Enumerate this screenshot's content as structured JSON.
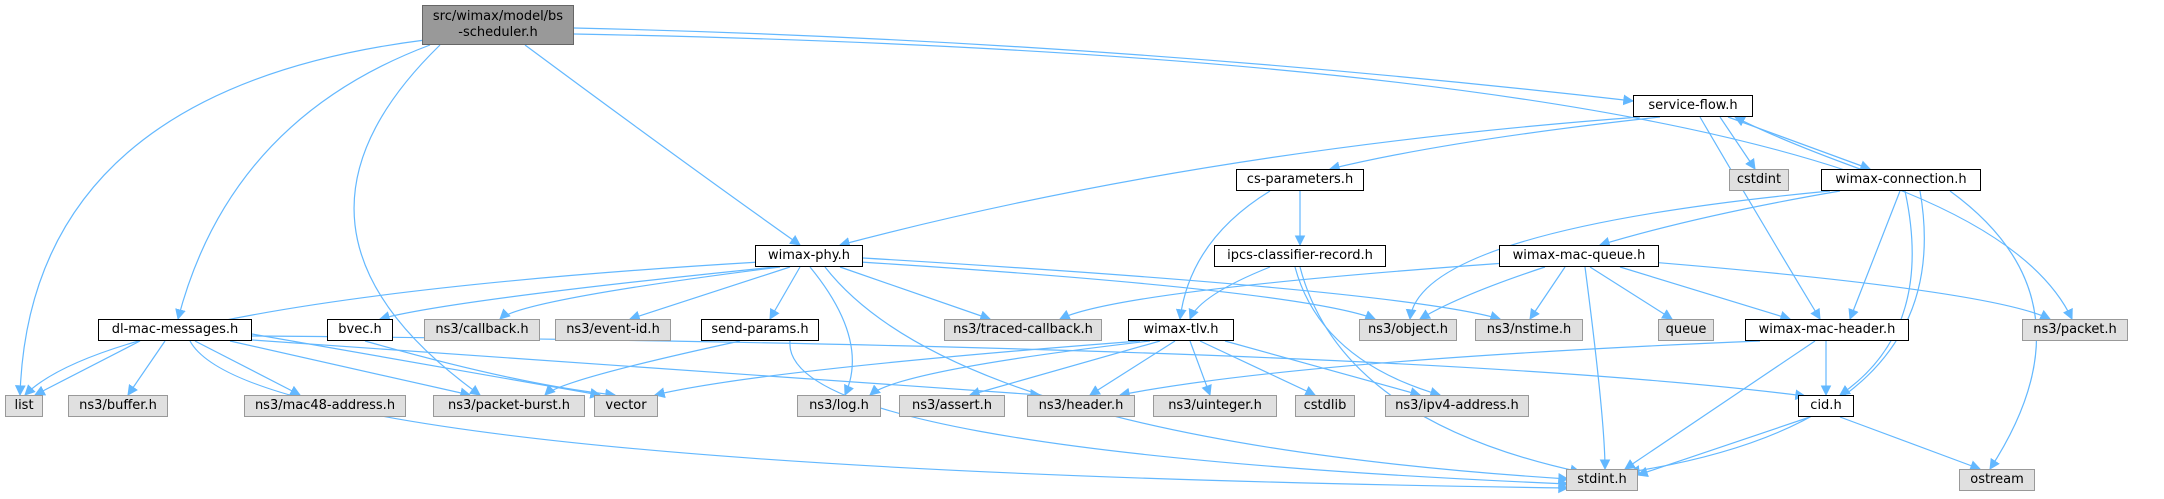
{
  "graph": {
    "root_line1": "src/wimax/model/bs",
    "root_line2": "-scheduler.h",
    "colors": {
      "edge": "#63b8ff",
      "local_fill": "#ffffff",
      "system_fill": "#e0e0e0",
      "root_fill": "#999999"
    },
    "nodes": {
      "service_flow": "service-flow.h",
      "cs_parameters": "cs-parameters.h",
      "cstdint": "cstdint",
      "wimax_connection": "wimax-connection.h",
      "wimax_phy": "wimax-phy.h",
      "ipcs_classifier_record": "ipcs-classifier-record.h",
      "wimax_mac_queue": "wimax-mac-queue.h",
      "dl_mac_messages": "dl-mac-messages.h",
      "bvec": "bvec.h",
      "ns3_callback": "ns3/callback.h",
      "ns3_event_id": "ns3/event-id.h",
      "send_params": "send-params.h",
      "ns3_traced_callback": "ns3/traced-callback.h",
      "wimax_tlv": "wimax-tlv.h",
      "ns3_object": "ns3/object.h",
      "ns3_nstime": "ns3/nstime.h",
      "queue": "queue",
      "wimax_mac_header": "wimax-mac-header.h",
      "ns3_packet": "ns3/packet.h",
      "list": "list",
      "ns3_buffer": "ns3/buffer.h",
      "ns3_mac48_address": "ns3/mac48-address.h",
      "ns3_packet_burst": "ns3/packet-burst.h",
      "vector": "vector",
      "ns3_log": "ns3/log.h",
      "ns3_assert": "ns3/assert.h",
      "ns3_header": "ns3/header.h",
      "ns3_uinteger": "ns3/uinteger.h",
      "cstdlib": "cstdlib",
      "ns3_ipv4_address": "ns3/ipv4-address.h",
      "cid": "cid.h",
      "stdint": "stdint.h",
      "ostream": "ostream"
    }
  }
}
